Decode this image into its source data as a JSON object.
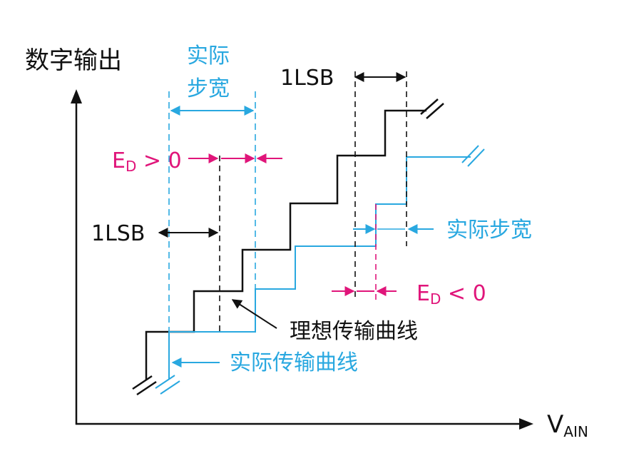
{
  "colors": {
    "ideal": "#111111",
    "actual": "#29a8e0",
    "error": "#e0157a",
    "axis": "#111111"
  },
  "axes": {
    "y_label": "数字输出",
    "x_label_main": "V",
    "x_label_sub": "AIN"
  },
  "labels": {
    "actual_step_top_line1": "实际",
    "actual_step_top_line2": "步宽",
    "actual_step_right": "实际步宽",
    "lsb_top": "1LSB",
    "lsb_left": "1LSB",
    "ed_pos_main": "E",
    "ed_pos_sub": "D",
    "ed_pos_rel": " > 0",
    "ed_neg_main": "E",
    "ed_neg_sub": "D",
    "ed_neg_rel": " < 0",
    "ideal_curve": "理想传输曲线",
    "actual_curve": "实际传输曲线"
  }
}
